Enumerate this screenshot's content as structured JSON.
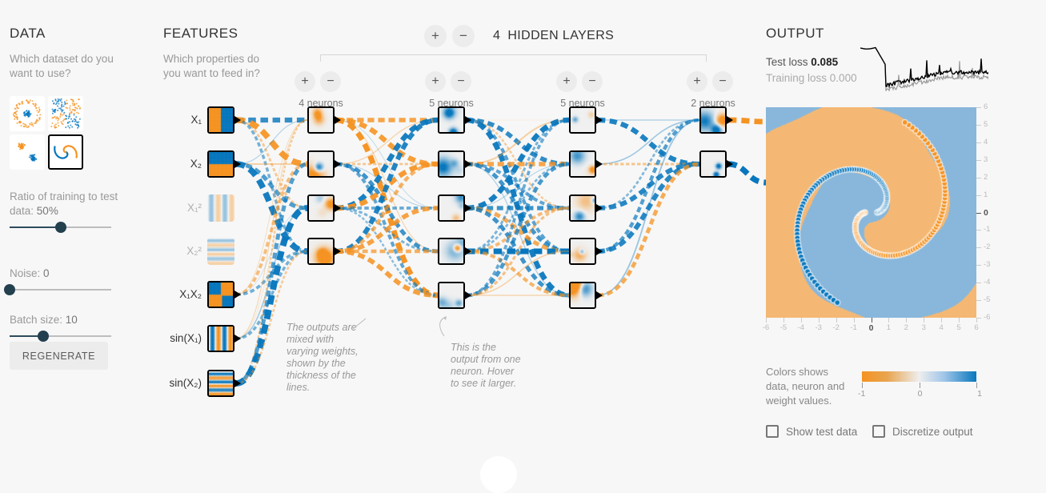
{
  "data_panel": {
    "title": "DATA",
    "subtitle": "Which dataset do you want to use?",
    "datasets": [
      {
        "name": "circle",
        "selected": false
      },
      {
        "name": "exclusive-or",
        "selected": false
      },
      {
        "name": "gaussian",
        "selected": false
      },
      {
        "name": "spiral",
        "selected": true
      }
    ],
    "ratio": {
      "label": "Ratio of training to test data:",
      "value": "50%",
      "percent": 50
    },
    "noise": {
      "label": "Noise:",
      "value": "0",
      "percent": 0
    },
    "batch": {
      "label": "Batch size:",
      "value": "10",
      "percent": 33
    },
    "regenerate_label": "REGENERATE"
  },
  "features_panel": {
    "title": "FEATURES",
    "subtitle": "Which properties do you want to feed in?",
    "features": [
      {
        "label": "X₁",
        "active": true
      },
      {
        "label": "X₂",
        "active": true
      },
      {
        "label": "X₁²",
        "active": false
      },
      {
        "label": "X₂²",
        "active": false
      },
      {
        "label": "X₁X₂",
        "active": true
      },
      {
        "label": "sin(X₁)",
        "active": true
      },
      {
        "label": "sin(X₂)",
        "active": true
      }
    ]
  },
  "network": {
    "hidden_layers_count": "4",
    "hidden_layers_label": "HIDDEN LAYERS",
    "add_label": "+",
    "remove_label": "−",
    "layers": [
      {
        "neuron_count": 4,
        "caption": "4 neurons"
      },
      {
        "neuron_count": 5,
        "caption": "5 neurons"
      },
      {
        "neuron_count": 5,
        "caption": "5 neurons"
      },
      {
        "neuron_count": 2,
        "caption": "2 neurons"
      }
    ],
    "annotation_weights": "The outputs are mixed with varying weights, shown by the thickness of the lines.",
    "annotation_neuron": "This is the output from one neuron. Hover to see it larger."
  },
  "output_panel": {
    "title": "OUTPUT",
    "test_loss_label": "Test loss",
    "test_loss_value": "0.085",
    "training_loss_label": "Training loss",
    "training_loss_value": "0.000",
    "legend_text": "Colors shows data, neuron and weight values.",
    "gradient_ticks": [
      "-1",
      "0",
      "1"
    ],
    "x_axis_ticks": [
      "-6",
      "-5",
      "-4",
      "-3",
      "-2",
      "-1",
      "0",
      "1",
      "2",
      "3",
      "4",
      "5",
      "6"
    ],
    "y_axis_ticks": [
      "6",
      "5",
      "4",
      "3",
      "2",
      "1",
      "0",
      "-1",
      "-2",
      "-3",
      "-4",
      "-5",
      "-6"
    ],
    "show_test_data_label": "Show test data",
    "show_test_data_checked": false,
    "discretize_output_label": "Discretize output",
    "discretize_output_checked": false
  },
  "colors": {
    "positive": "#0877bd",
    "negative": "#f59322",
    "background": "#f7f7f7",
    "slider_fill": "#23404f",
    "text": "#777777"
  }
}
